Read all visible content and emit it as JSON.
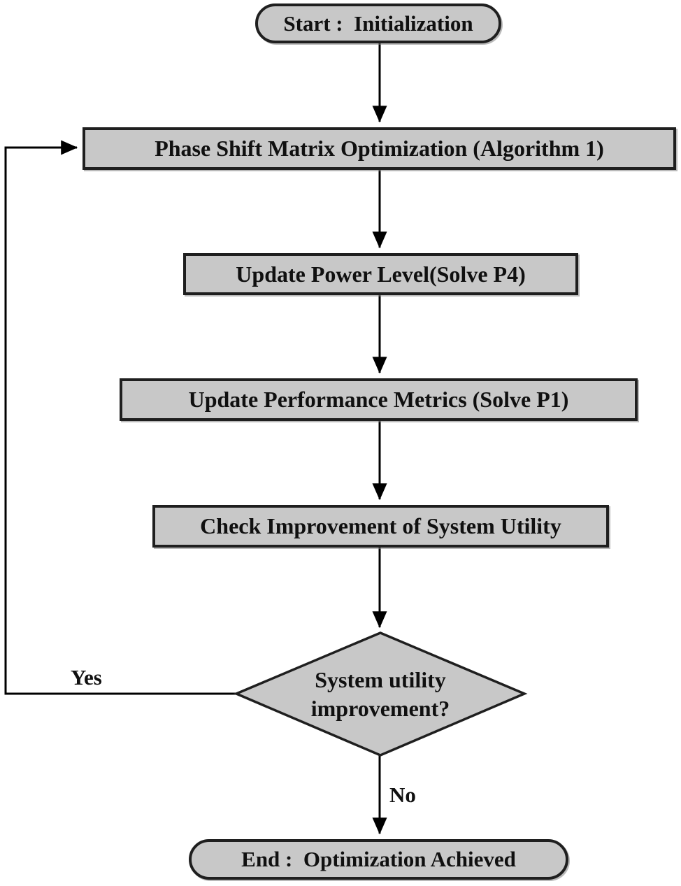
{
  "diagram_type": "flowchart",
  "nodes": {
    "start": {
      "type": "terminator",
      "label": "Start :  Initialization"
    },
    "phase_shift": {
      "type": "process",
      "label": "Phase Shift Matrix Optimization (Algorithm 1)"
    },
    "update_power": {
      "type": "process",
      "label": "Update Power Level(Solve P4)"
    },
    "update_metrics": {
      "type": "process",
      "label": "Update Performance Metrics (Solve P1)"
    },
    "check_utility": {
      "type": "process",
      "label": "Check Improvement of System Utility"
    },
    "decision": {
      "type": "decision",
      "line1": "System utility",
      "line2": "improvement?"
    },
    "end": {
      "type": "terminator",
      "label": "End :  Optimization Achieved"
    }
  },
  "edges": {
    "yes_label": "Yes",
    "no_label": "No",
    "flow": [
      "start -> phase_shift",
      "phase_shift -> update_power",
      "update_power -> update_metrics",
      "update_metrics -> check_utility",
      "check_utility -> decision",
      "decision -No-> end",
      "decision -Yes-> phase_shift"
    ]
  },
  "colors": {
    "node_fill": "#c8c8c8",
    "node_border": "#1f1f1f",
    "connector": "#000000",
    "text": "#101010",
    "background": "#ffffff"
  }
}
